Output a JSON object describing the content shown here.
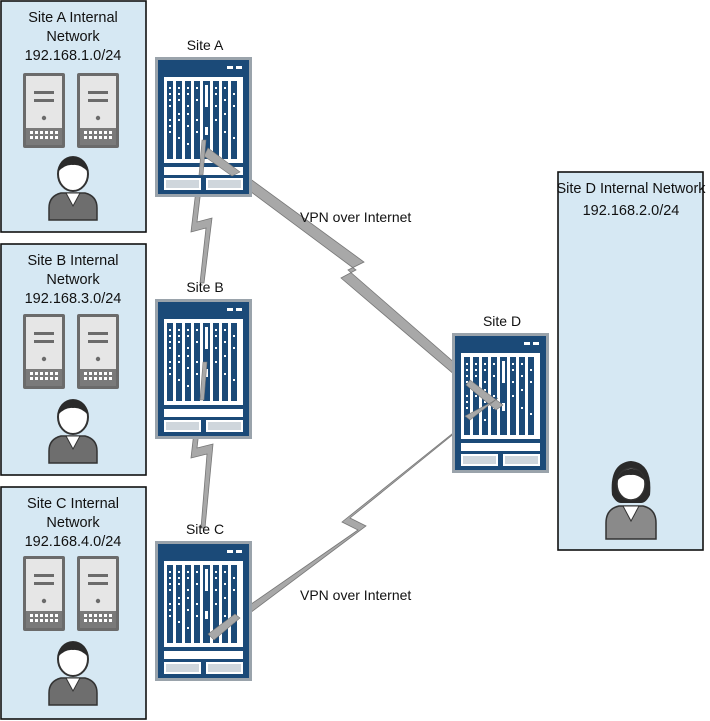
{
  "colors": {
    "site_box_fill": "#d6e8f3",
    "site_box_border": "#111111",
    "router_blue": "#1b4a78",
    "router_frame": "#9aa3ab",
    "lightning": "#a8a8a8",
    "server_face": "#e3e3e3",
    "server_edge": "#6b6b6b"
  },
  "sites": {
    "a": {
      "box_title": "Site A Internal",
      "box_title2": "Network",
      "subnet": "192.168.1.0/24",
      "router_label": "Site A"
    },
    "b": {
      "box_title": "Site B Internal",
      "box_title2": "Network",
      "subnet": "192.168.3.0/24",
      "router_label": "Site B"
    },
    "c": {
      "box_title": "Site C Internal",
      "box_title2": "Network",
      "subnet": "192.168.4.0/24",
      "router_label": "Site C"
    },
    "d": {
      "box_title": "Site D Internal Network",
      "subnet": "192.168.2.0/24",
      "router_label": "Site D"
    }
  },
  "links": {
    "vpn_top": "VPN over Internet",
    "vpn_bottom": "VPN over Internet"
  },
  "icons": [
    "server-icon",
    "user-icon",
    "female-user-icon",
    "router-icon",
    "lightning-link-icon"
  ]
}
